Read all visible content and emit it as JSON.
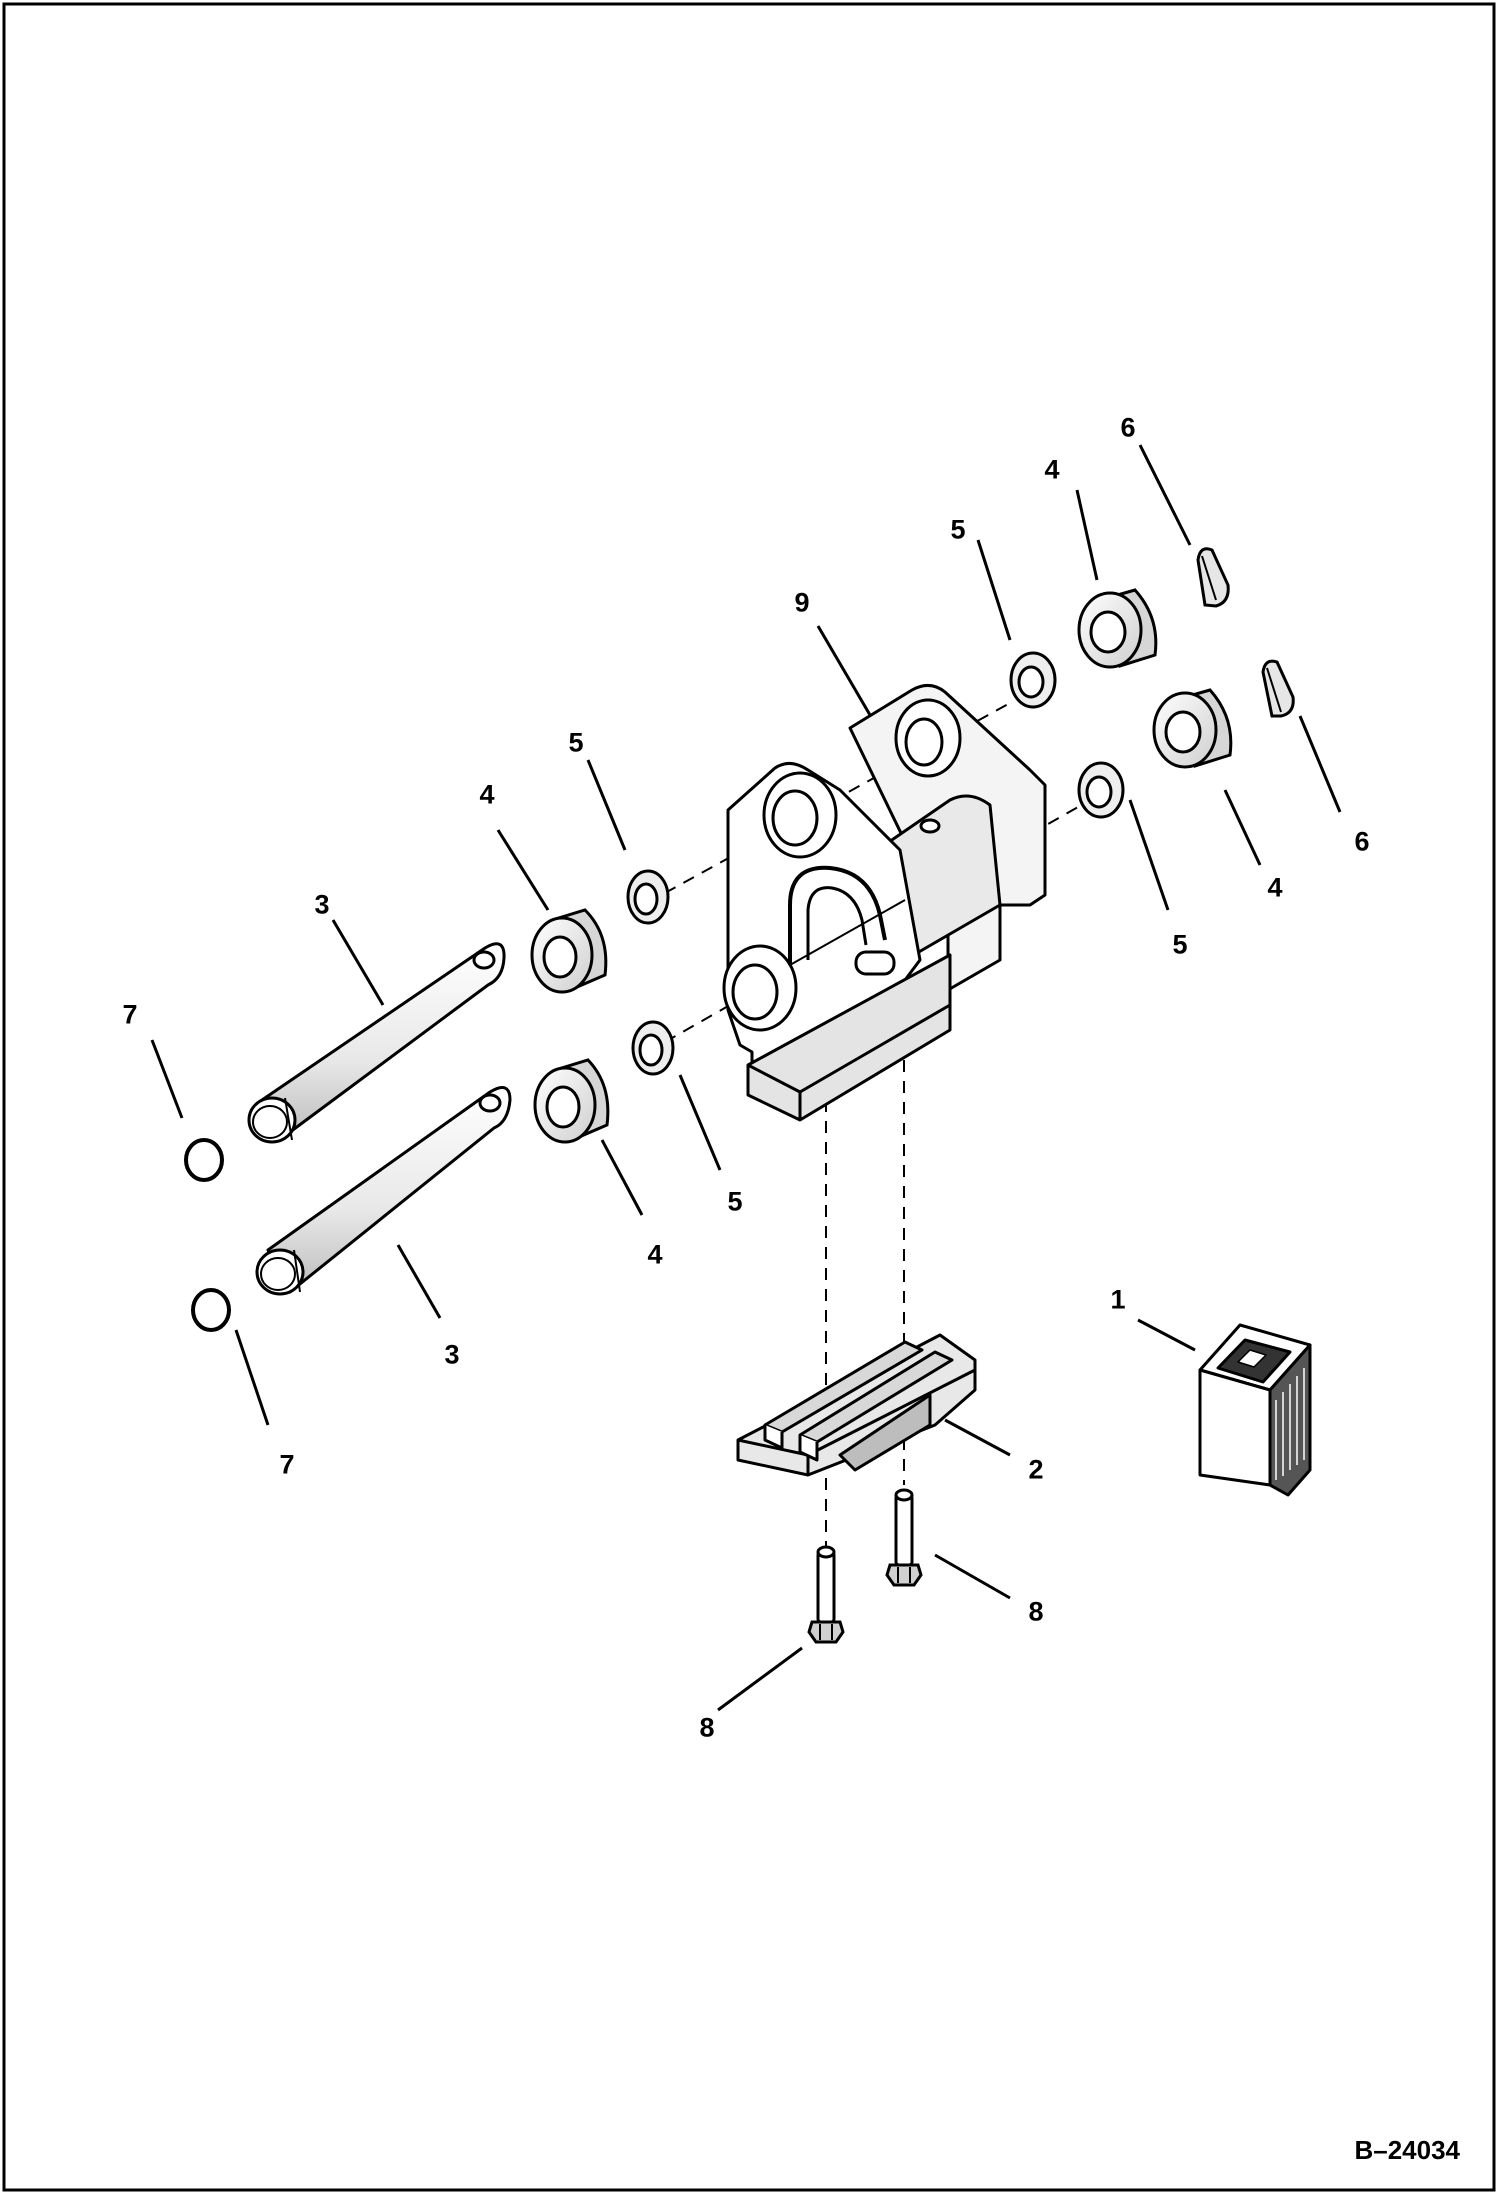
{
  "figure_id": "B–24034",
  "callouts": [
    {
      "id": "c1",
      "label": "1"
    },
    {
      "id": "c2",
      "label": "2"
    },
    {
      "id": "c3a",
      "label": "3"
    },
    {
      "id": "c3b",
      "label": "3"
    },
    {
      "id": "c4a",
      "label": "4"
    },
    {
      "id": "c4b",
      "label": "4"
    },
    {
      "id": "c4c",
      "label": "4"
    },
    {
      "id": "c4d",
      "label": "4"
    },
    {
      "id": "c5a",
      "label": "5"
    },
    {
      "id": "c5b",
      "label": "5"
    },
    {
      "id": "c5c",
      "label": "5"
    },
    {
      "id": "c5d",
      "label": "5"
    },
    {
      "id": "c6a",
      "label": "6"
    },
    {
      "id": "c6b",
      "label": "6"
    },
    {
      "id": "c7a",
      "label": "7"
    },
    {
      "id": "c7b",
      "label": "7"
    },
    {
      "id": "c8a",
      "label": "8"
    },
    {
      "id": "c8b",
      "label": "8"
    },
    {
      "id": "c9",
      "label": "9"
    }
  ]
}
